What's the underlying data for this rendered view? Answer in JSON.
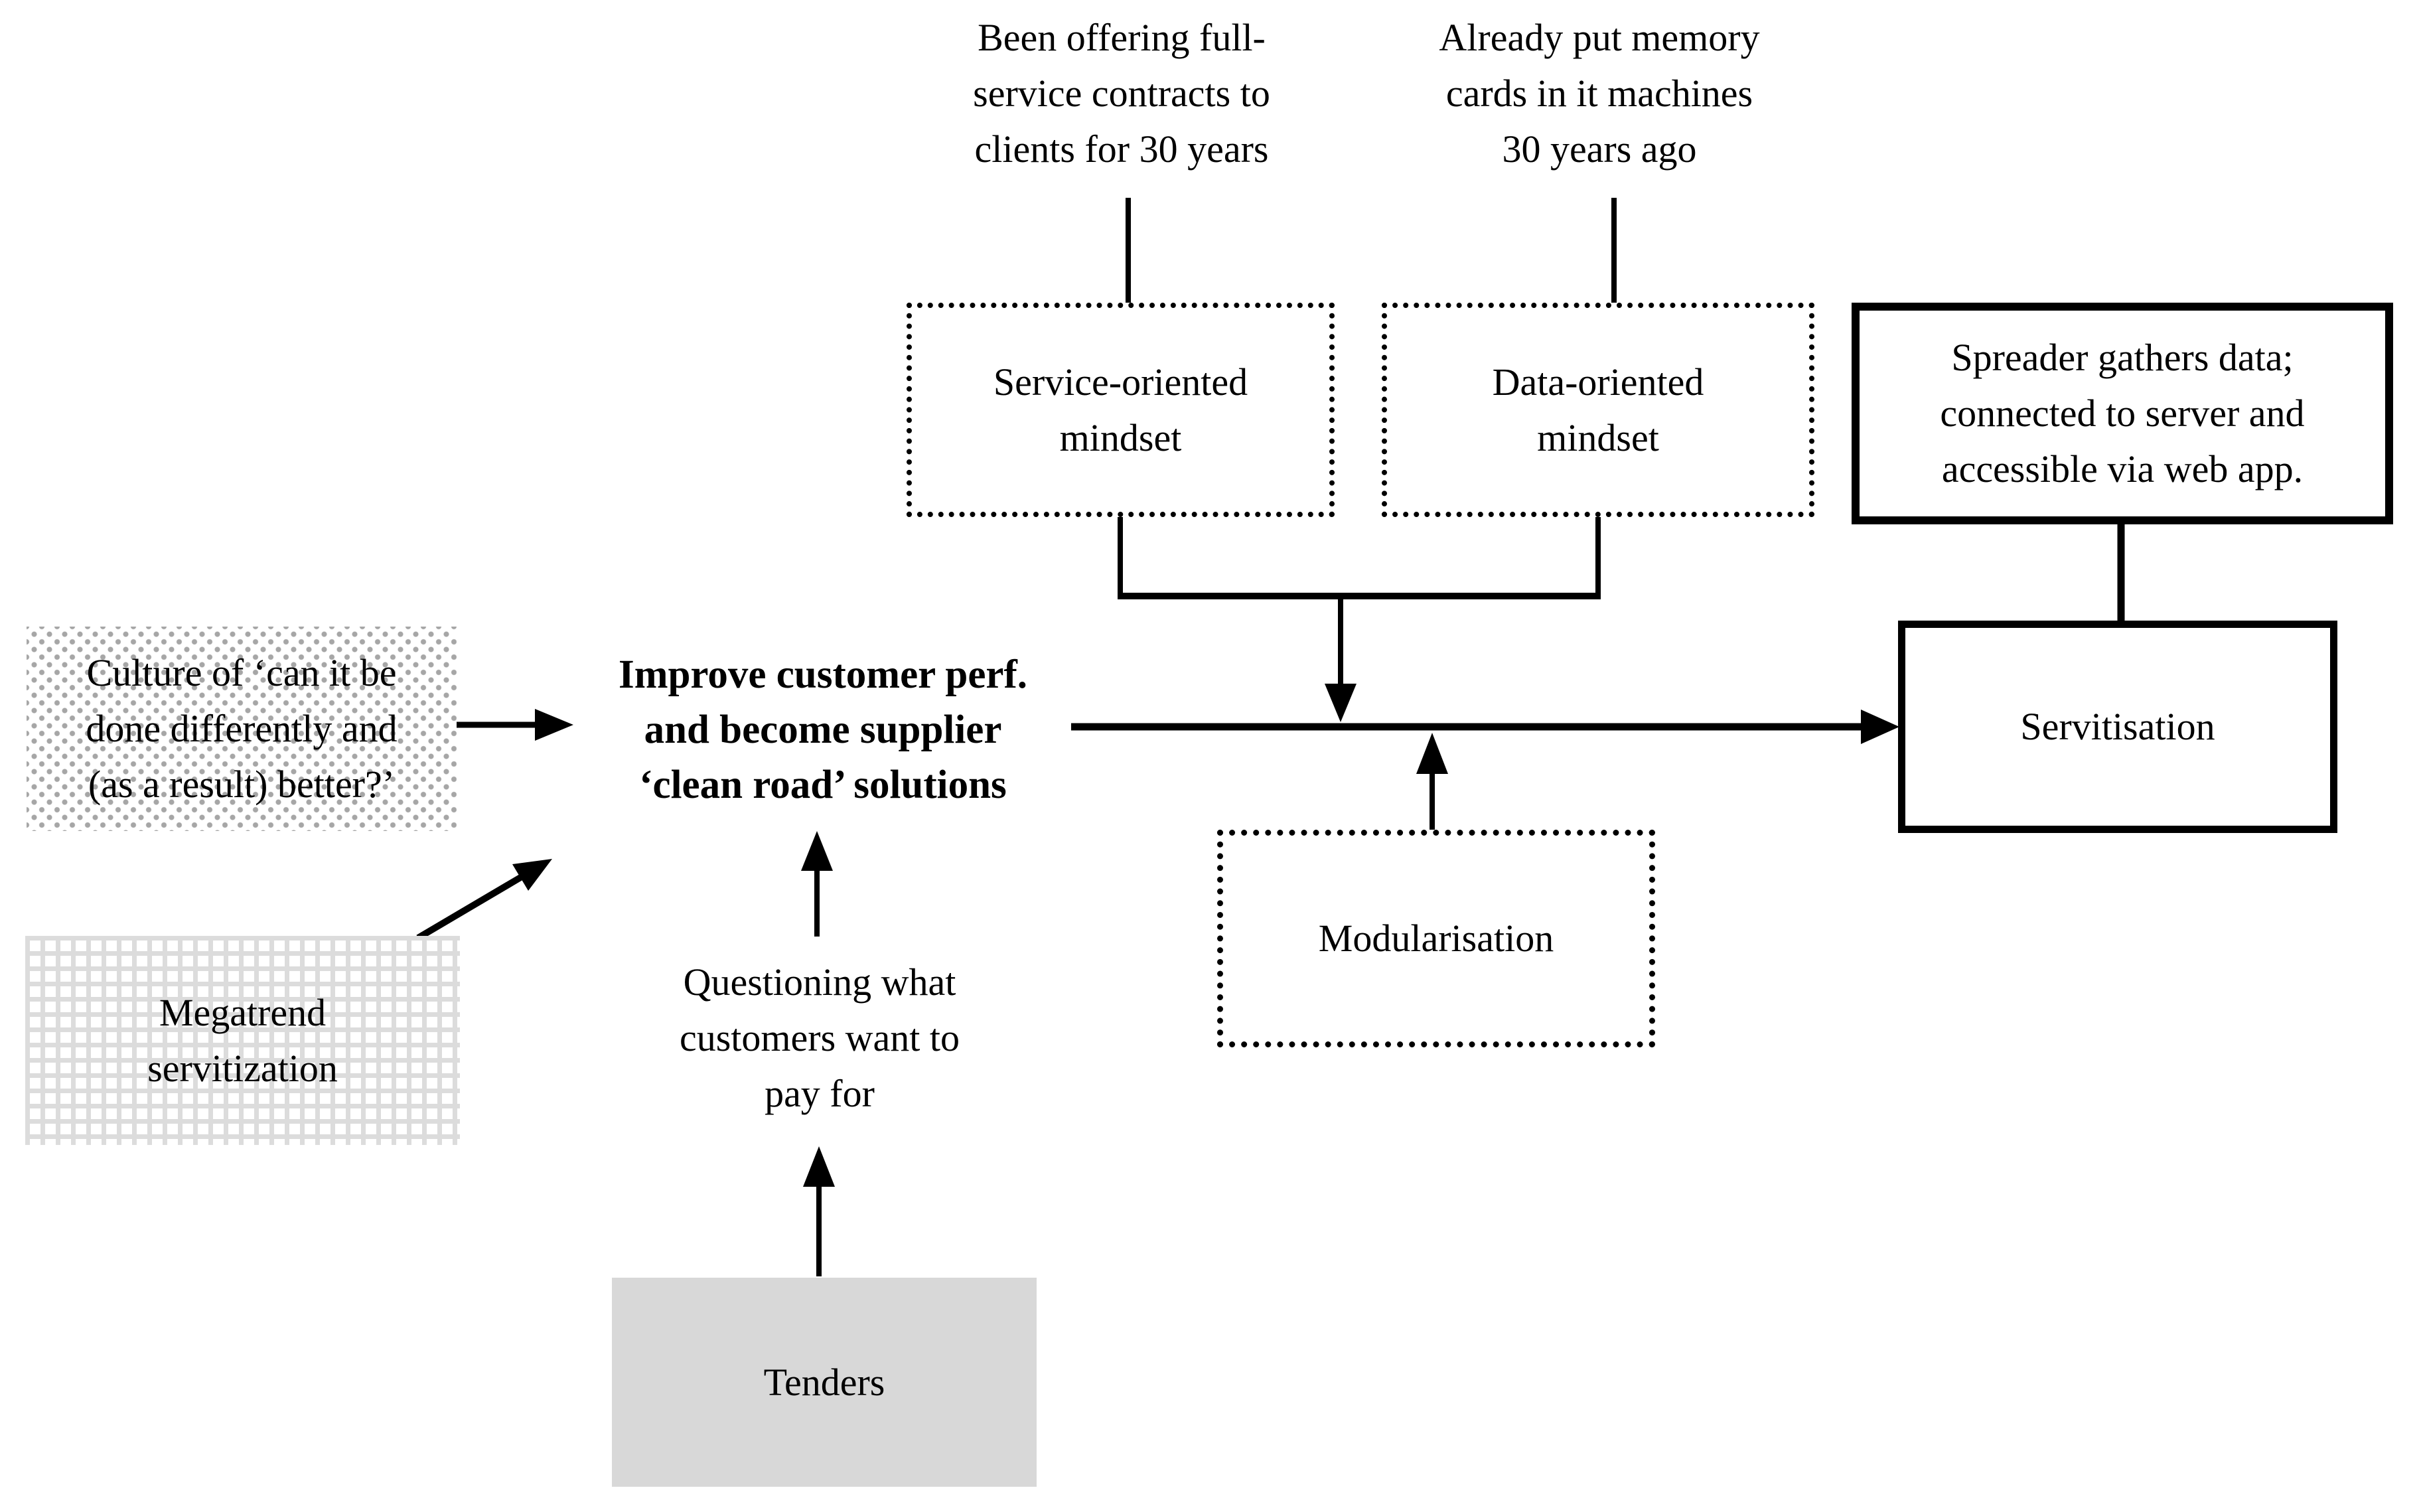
{
  "colors": {
    "background": "#ffffff",
    "line": "#000000",
    "text": "#000000",
    "tenders_fill": "#d8d8d8",
    "megatrend_grid": "#dcdcdc",
    "culture_halftone": "#a6a6a6"
  },
  "notes": {
    "full_service": "Been offering full-\nservice contracts to\nclients for 30 years",
    "memory_cards": "Already put memory\ncards in it machines\n30 years ago"
  },
  "boxes": {
    "service_mindset": "Service-oriented\nmindset",
    "data_mindset": "Data-oriented\nmindset",
    "spreader": "Spreader gathers data;\nconnected to server and\naccessible via web app.",
    "culture": "Culture of ‘can it be\ndone differently and\n(as a result) better?’",
    "improve": "Improve customer perf.\nand become supplier\n‘clean road’ solutions",
    "megatrend": "Megatrend\nservitization",
    "questioning": "Questioning what\ncustomers want to\npay for",
    "modularisation": "Modularisation",
    "servitisation": "Servitisation",
    "tenders": "Tenders"
  }
}
